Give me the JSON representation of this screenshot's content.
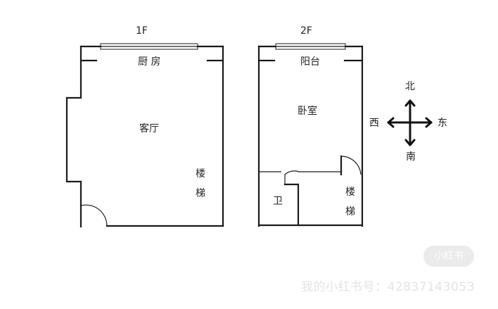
{
  "floor1": {
    "label": "1F",
    "rooms": {
      "kitchen": "厨 房",
      "living_room": "客厅",
      "stairs": "楼梯"
    }
  },
  "floor2": {
    "label": "2F",
    "rooms": {
      "balcony": "阳台",
      "bedroom": "卧室",
      "bathroom": "卫",
      "stairs": "楼梯"
    }
  },
  "compass": {
    "north": "北",
    "south": "南",
    "east": "东",
    "west": "西"
  },
  "watermark": {
    "badge": "小红书",
    "text": "我的小红书号：4283714305З"
  }
}
